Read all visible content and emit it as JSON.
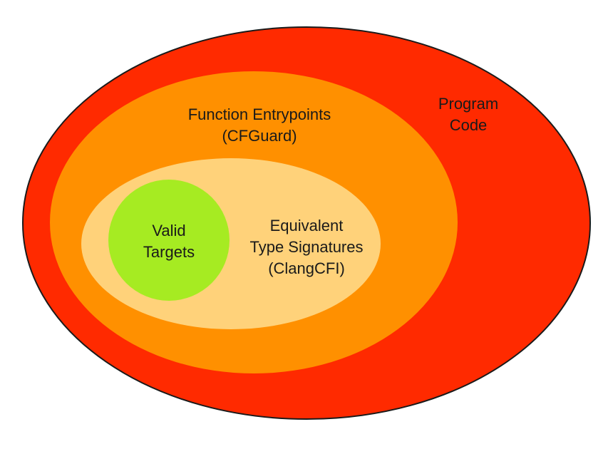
{
  "regions": [
    {
      "id": "program-code",
      "lines": [
        "Program",
        "Code"
      ],
      "fill": "#ff2a00",
      "stroke": "#1a1a1a"
    },
    {
      "id": "function-entrypoints",
      "lines": [
        "Function Entrypoints",
        "(CFGuard)"
      ],
      "fill": "#ff9000"
    },
    {
      "id": "equivalent-type-signatures",
      "lines": [
        "Equivalent",
        "Type Signatures",
        "(ClangCFI)"
      ],
      "fill": "#ffd27a"
    },
    {
      "id": "valid-targets",
      "lines": [
        "Valid",
        "Targets"
      ],
      "fill": "#a6eb22"
    }
  ]
}
